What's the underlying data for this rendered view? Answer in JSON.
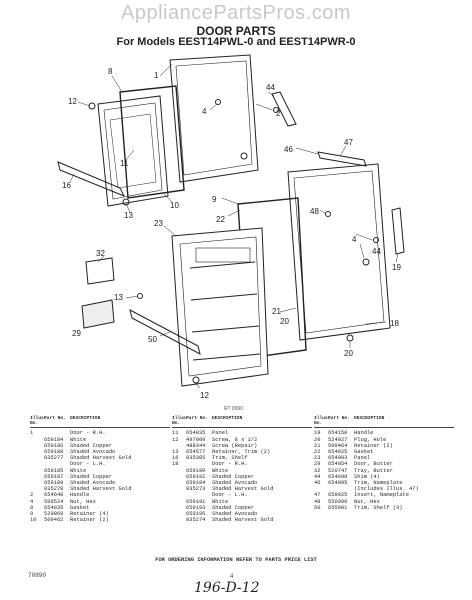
{
  "watermark": "AppliancePartsPros.com",
  "title": "DOOR PARTS",
  "subtitle": "For Models EEST14PWL-0 and EEST14PWR-0",
  "figure_code": "RT  0090",
  "callouts": {
    "c1": "1",
    "c2": "2",
    "c4a": "4",
    "c44a": "44",
    "c10": "10",
    "c8": "8",
    "c12a": "12",
    "c11": "11",
    "c16": "16",
    "c13a": "13",
    "c46": "46",
    "c47": "47",
    "c9": "9",
    "c22": "22",
    "c48": "48",
    "c4b": "4",
    "c44b": "44",
    "c19": "19",
    "c23": "23",
    "c32": "32",
    "c29": "29",
    "c13b": "13",
    "c50": "50",
    "c20a": "20",
    "c20b": "20",
    "c12b": "12",
    "c21": "21",
    "c18": "18"
  },
  "table_headers": {
    "ill": "Illus. No.",
    "part": "Part No.",
    "desc": "DESCRIPTION"
  },
  "columns": [
    [
      {
        "ill": "1",
        "part": "",
        "desc": "Door - R.H."
      },
      {
        "ill": "",
        "part": "659184",
        "desc": "White"
      },
      {
        "ill": "",
        "part": "659186",
        "desc": "Shaded Copper"
      },
      {
        "ill": "",
        "part": "659188",
        "desc": "Shaded Avocado"
      },
      {
        "ill": "",
        "part": "835277",
        "desc": "Shaded Harvest Gold"
      },
      {
        "ill": "",
        "part": "",
        "desc": "Door - L.H."
      },
      {
        "ill": "",
        "part": "659185",
        "desc": "White"
      },
      {
        "ill": "",
        "part": "659187",
        "desc": "Shaded Copper"
      },
      {
        "ill": "",
        "part": "659189",
        "desc": "Shaded Avocado"
      },
      {
        "ill": "",
        "part": "835278",
        "desc": "Shaded Harvest Gold"
      },
      {
        "ill": "2",
        "part": "654648",
        "desc": "Handle"
      },
      {
        "ill": "4",
        "part": "509524",
        "desc": "Nut, Hex"
      },
      {
        "ill": "8",
        "part": "654035",
        "desc": "Gasket"
      },
      {
        "ill": "9",
        "part": "520869",
        "desc": "Retainer (4)"
      },
      {
        "ill": "10",
        "part": "509462",
        "desc": "Retainer (2)"
      }
    ],
    [
      {
        "ill": "11",
        "part": "654035",
        "desc": "Panel"
      },
      {
        "ill": "12",
        "part": "497909",
        "desc": "Screw, 8 x 1/2"
      },
      {
        "ill": "",
        "part": "488344",
        "desc": "Screw (Repair)"
      },
      {
        "ill": "13",
        "part": "654577",
        "desc": "Retainer, Trim (2)"
      },
      {
        "ill": "16",
        "part": "835385",
        "desc": "Trim, Shelf"
      },
      {
        "ill": "18",
        "part": "",
        "desc": "Door - R.H."
      },
      {
        "ill": "",
        "part": "659190",
        "desc": "White"
      },
      {
        "ill": "",
        "part": "659192",
        "desc": "Shaded Copper"
      },
      {
        "ill": "",
        "part": "659194",
        "desc": "Shaded Avocado"
      },
      {
        "ill": "",
        "part": "835273",
        "desc": "Shaded Harvest Gold"
      },
      {
        "ill": "",
        "part": "",
        "desc": "Door - L.H."
      },
      {
        "ill": "",
        "part": "659191",
        "desc": "White"
      },
      {
        "ill": "",
        "part": "659193",
        "desc": "Shaded Copper"
      },
      {
        "ill": "",
        "part": "659195",
        "desc": "Shaded Avocado"
      },
      {
        "ill": "",
        "part": "835274",
        "desc": "Shaded Harvest Gold"
      }
    ],
    [
      {
        "ill": "19",
        "part": "654150",
        "desc": "Handle"
      },
      {
        "ill": "20",
        "part": "524927",
        "desc": "Plug, Hole"
      },
      {
        "ill": "21",
        "part": "509464",
        "desc": "Retainer (2)"
      },
      {
        "ill": "22",
        "part": "654025",
        "desc": "Gasket"
      },
      {
        "ill": "23",
        "part": "654003",
        "desc": "Panel"
      },
      {
        "ill": "29",
        "part": "654054",
        "desc": "Door, Butter"
      },
      {
        "ill": "32",
        "part": "520747",
        "desc": "Tray, Butter"
      },
      {
        "ill": "44",
        "part": "654690",
        "desc": "Shim (4)"
      },
      {
        "ill": "46",
        "part": "654985",
        "desc": "Trim, Nameplate"
      },
      {
        "ill": "",
        "part": "",
        "desc": "(Includes Illus. 47)"
      },
      {
        "ill": "47",
        "part": "659025",
        "desc": "Insert, Nameplate"
      },
      {
        "ill": "48",
        "part": "556000",
        "desc": "Nut, Hex"
      },
      {
        "ill": "50",
        "part": "655001",
        "desc": "Trim, Shelf (3)"
      }
    ]
  ],
  "footer_note": "FOR ORDERING INFORMATION REFER TO PARTS PRICE LIST",
  "doc_number": "70890",
  "page_number": "4",
  "handwritten": "196-D-12"
}
